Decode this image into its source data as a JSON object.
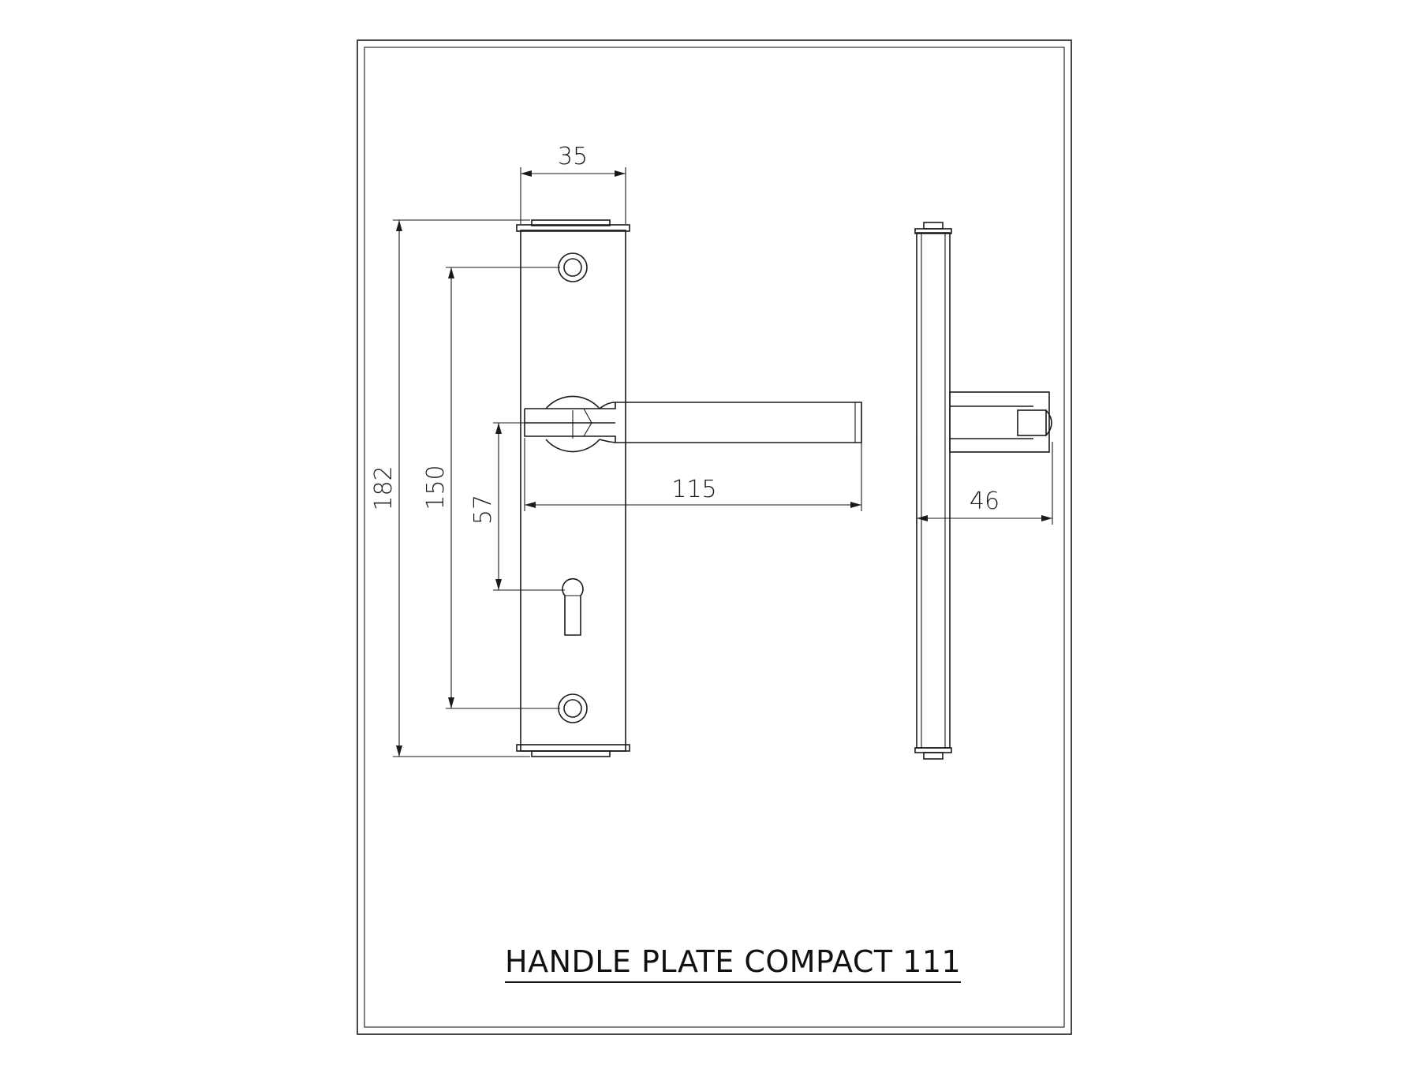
{
  "title": "HANDLE PLATE COMPACT 111",
  "dimensions": {
    "plate_width": "35",
    "overall_height": "182",
    "screw_spacing": "150",
    "backset": "57",
    "handle_length": "115",
    "projection": "46"
  },
  "colors": {
    "line": "#1a1a1a",
    "background": "#ffffff"
  }
}
